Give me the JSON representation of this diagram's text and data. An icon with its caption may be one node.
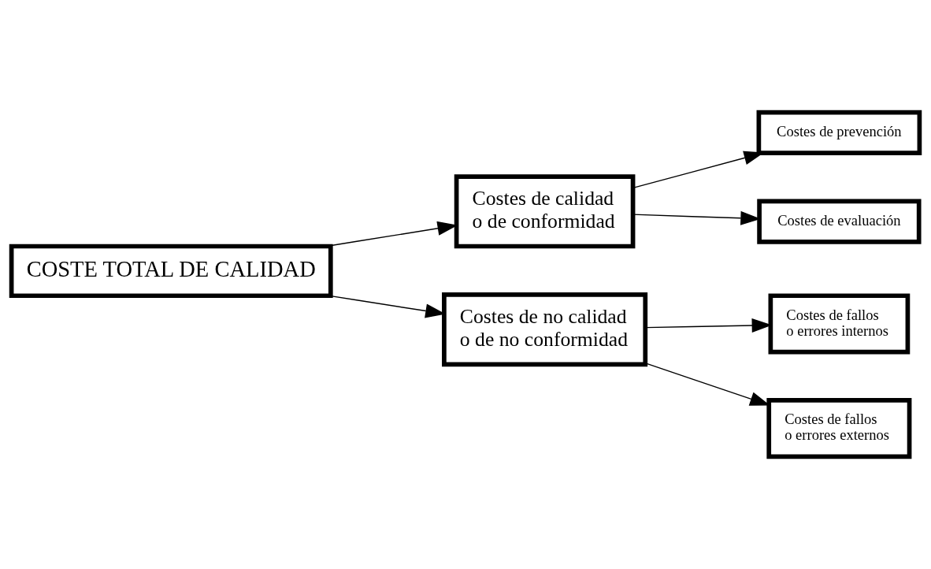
{
  "diagram": {
    "nodes": [
      {
        "text": [
          "COSTE TOTAL DE CALIDAD"
        ]
      },
      {
        "text": [
          "Costes de calidad o de conformidad"
        ]
      },
      {
        "text": [
          "Costes de prevención"
        ]
      },
      {
        "text": [
          "Costes de evaluación"
        ]
      },
      {
        "text": [
          "Costes de no calidad o de no conformidad"
        ]
      },
      {
        "text": [
          "Costes de fallos o errores internos"
        ]
      },
      {
        "text": [
          "Costes de fallos o errores externos"
        ]
      }
    ],
    "edges": [
      {
        "from": 0,
        "to": 1,
        "arrow": "to"
      },
      {
        "from": 1,
        "to": 2,
        "arrow": "to"
      },
      {
        "from": 1,
        "to": 3,
        "arrow": "to"
      },
      {
        "from": 0,
        "to": 4,
        "arrow": "to"
      },
      {
        "from": 4,
        "to": 5,
        "arrow": "to"
      },
      {
        "from": 4,
        "to": 6,
        "arrow": "to"
      }
    ]
  }
}
